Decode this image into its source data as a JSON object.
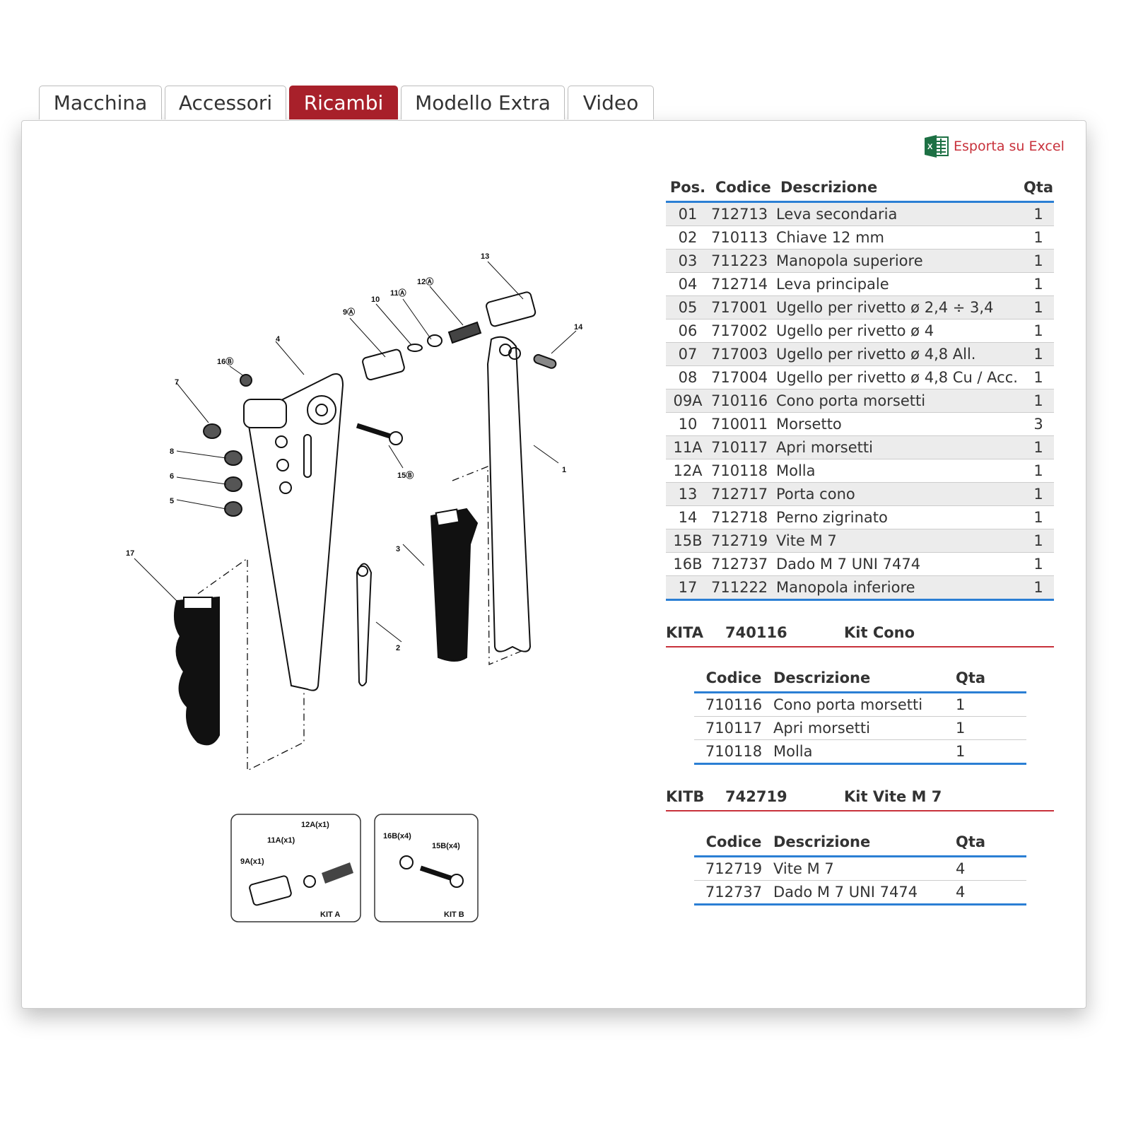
{
  "tabs": [
    {
      "label": "Macchina",
      "active": false
    },
    {
      "label": "Accessori",
      "active": false
    },
    {
      "label": "Ricambi",
      "active": true
    },
    {
      "label": "Modello Extra",
      "active": false
    },
    {
      "label": "Video",
      "active": false
    }
  ],
  "colors": {
    "accent": "#a8202a",
    "link": "#c8313b",
    "rule": "#2b7fd4",
    "excel": "#1d7044"
  },
  "export": {
    "label": "Esporta su Excel",
    "icon": "excel-icon"
  },
  "parts": {
    "headers": {
      "pos": "Pos.",
      "code": "Codice",
      "desc": "Descrizione",
      "qty": "Qta"
    },
    "rows": [
      {
        "pos": "01",
        "code": "712713",
        "desc": "Leva secondaria",
        "qty": "1"
      },
      {
        "pos": "02",
        "code": "710113",
        "desc": "Chiave 12 mm",
        "qty": "1"
      },
      {
        "pos": "03",
        "code": "711223",
        "desc": "Manopola superiore",
        "qty": "1"
      },
      {
        "pos": "04",
        "code": "712714",
        "desc": "Leva principale",
        "qty": "1"
      },
      {
        "pos": "05",
        "code": "717001",
        "desc": "Ugello per rivetto ø 2,4 ÷ 3,4",
        "qty": "1"
      },
      {
        "pos": "06",
        "code": "717002",
        "desc": "Ugello per rivetto ø 4",
        "qty": "1"
      },
      {
        "pos": "07",
        "code": "717003",
        "desc": "Ugello per rivetto ø 4,8 All.",
        "qty": "1"
      },
      {
        "pos": "08",
        "code": "717004",
        "desc": "Ugello per rivetto ø 4,8 Cu / Acc.",
        "qty": "1"
      },
      {
        "pos": "09A",
        "code": "710116",
        "desc": "Cono porta morsetti",
        "qty": "1"
      },
      {
        "pos": "10",
        "code": "710011",
        "desc": "Morsetto",
        "qty": "3"
      },
      {
        "pos": "11A",
        "code": "710117",
        "desc": "Apri morsetti",
        "qty": "1"
      },
      {
        "pos": "12A",
        "code": "710118",
        "desc": "Molla",
        "qty": "1"
      },
      {
        "pos": "13",
        "code": "712717",
        "desc": "Porta cono",
        "qty": "1"
      },
      {
        "pos": "14",
        "code": "712718",
        "desc": "Perno zigrinato",
        "qty": "1"
      },
      {
        "pos": "15B",
        "code": "712719",
        "desc": "Vite M 7",
        "qty": "1"
      },
      {
        "pos": "16B",
        "code": "712737",
        "desc": "Dado M 7 UNI 7474",
        "qty": "1"
      },
      {
        "pos": "17",
        "code": "711222",
        "desc": "Manopola inferiore",
        "qty": "1"
      }
    ]
  },
  "kits": [
    {
      "id": "KITA",
      "code": "740116",
      "name": "Kit Cono",
      "headers": {
        "code": "Codice",
        "desc": "Descrizione",
        "qty": "Qta"
      },
      "rows": [
        {
          "code": "710116",
          "desc": "Cono porta morsetti",
          "qty": "1"
        },
        {
          "code": "710117",
          "desc": "Apri morsetti",
          "qty": "1"
        },
        {
          "code": "710118",
          "desc": "Molla",
          "qty": "1"
        }
      ]
    },
    {
      "id": "KITB",
      "code": "742719",
      "name": "Kit Vite M 7",
      "headers": {
        "code": "Codice",
        "desc": "Descrizione",
        "qty": "Qta"
      },
      "rows": [
        {
          "code": "712719",
          "desc": "Vite M 7",
          "qty": "4"
        },
        {
          "code": "712737",
          "desc": "Dado M 7 UNI 7474",
          "qty": "4"
        }
      ]
    }
  ],
  "diagram": {
    "callouts": [
      "1",
      "2",
      "3",
      "4",
      "5",
      "6",
      "7",
      "8",
      "9Ⓐ",
      "10",
      "11Ⓐ",
      "12Ⓐ",
      "13",
      "14",
      "15Ⓑ",
      "16Ⓑ",
      "17"
    ],
    "kit_a": {
      "title": "KIT A",
      "labels": [
        "9A(x1)",
        "11A(x1)",
        "12A(x1)"
      ]
    },
    "kit_b": {
      "title": "KIT B",
      "labels": [
        "16B(x4)",
        "15B(x4)"
      ]
    }
  }
}
